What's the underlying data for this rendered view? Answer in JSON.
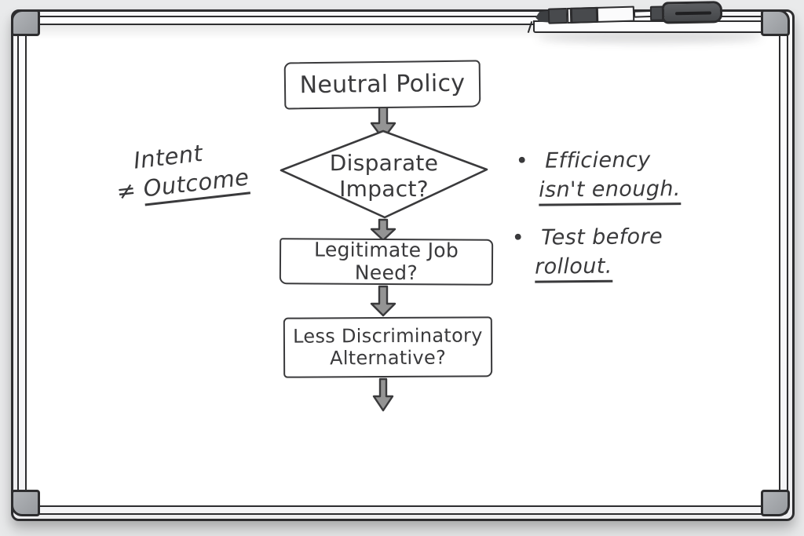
{
  "colors": {
    "background": "#e9eaeb",
    "ink": "#3a3a3c",
    "arrow_fill": "#949494",
    "corner_cap": "#a4a7ab",
    "marker_dark": "#484a4d"
  },
  "flowchart": {
    "node_neutral_policy": {
      "label": "Neutral Policy"
    },
    "node_disparate_impact": {
      "line1": "Disparate",
      "line2": "Impact?"
    },
    "node_legitimate_job_need": {
      "label": "Legitimate Job Need?"
    },
    "node_less_discriminatory_alternative": {
      "line1": "Less Discriminatory",
      "line2": "Alternative?"
    }
  },
  "annotations": {
    "left_note": {
      "line1": "Intent",
      "symbol": "≠",
      "underlined": "Outcome"
    },
    "right_notes": [
      {
        "bullet": "•",
        "line1": "Efficiency",
        "underlined": "isn't enough."
      },
      {
        "bullet": "•",
        "line1": "Test before",
        "underlined": "rollout."
      }
    ]
  }
}
